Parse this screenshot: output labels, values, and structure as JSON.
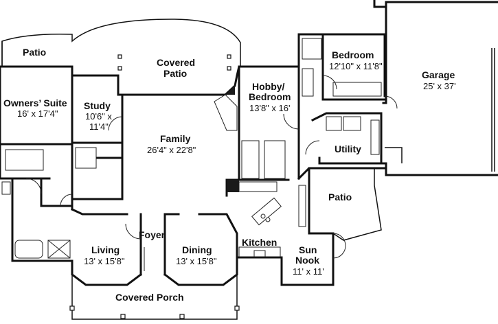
{
  "rooms": {
    "patio_top": {
      "name": "Patio"
    },
    "covered_patio": {
      "name1": "Covered",
      "name2": "Patio"
    },
    "owners_suite": {
      "name": "Owners’ Suite",
      "dim": "16' x 17'4\""
    },
    "study": {
      "name": "Study",
      "dim1": "10'6\" x",
      "dim2": "11'4\""
    },
    "family": {
      "name": "Family",
      "dim": "26'4\" x 22'8\""
    },
    "hobby": {
      "name1": "Hobby/",
      "name2": "Bedroom",
      "dim": "13'8\" x 16'"
    },
    "bedroom": {
      "name": "Bedroom",
      "dim": "12'10\" x 11'8\""
    },
    "garage": {
      "name": "Garage",
      "dim": "25' x 37'"
    },
    "utility": {
      "name": "Utility"
    },
    "patio_right": {
      "name": "Patio"
    },
    "foyer": {
      "name": "Foyer"
    },
    "kitchen": {
      "name": "Kitchen"
    },
    "living": {
      "name": "Living",
      "dim": "13' x 15'8\""
    },
    "dining": {
      "name": "Dining",
      "dim": "13' x 15'8\""
    },
    "sun_nook": {
      "name1": "Sun",
      "name2": "Nook",
      "dim": "11' x 11'"
    },
    "covered_porch": {
      "name": "Covered Porch"
    }
  }
}
